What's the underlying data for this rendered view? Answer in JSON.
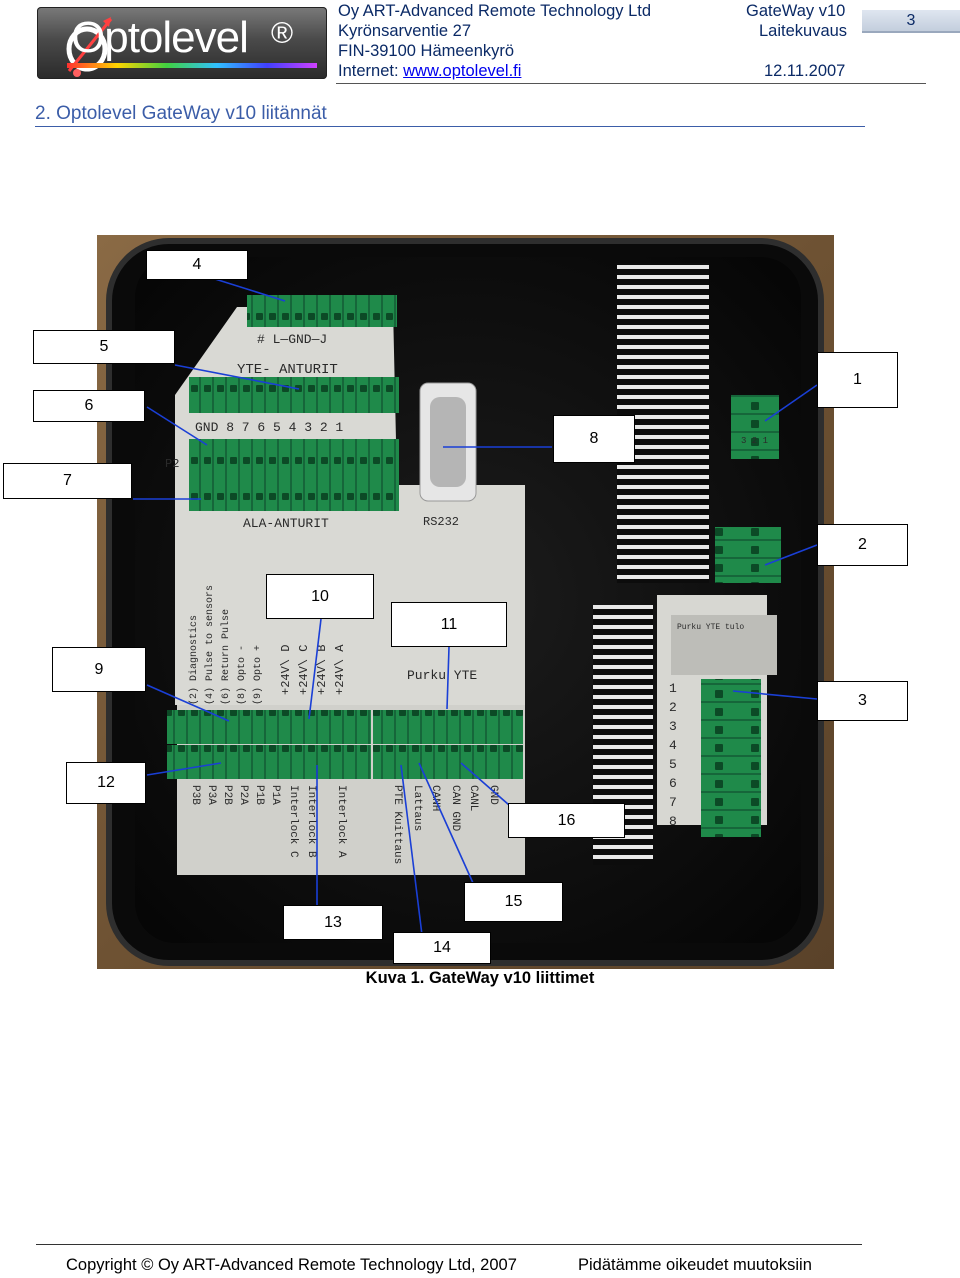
{
  "header": {
    "logo_text": "Optolevel",
    "logo_reg": "®",
    "company": "Oy ART-Advanced Remote Technology Ltd",
    "street": "Kyrönsarventie 27",
    "city": "FIN-39100 Hämeenkyrö",
    "internet_label": "Internet: ",
    "internet_link": "www.optolevel.fi",
    "product": "GateWay v10",
    "doc_type": "Laitekuvaus",
    "date": "12.11.2007",
    "page_number": "3"
  },
  "section_title": "2. Optolevel GateWay v10 liitännät",
  "figure": {
    "caption": "Kuva 1. GateWay v10 liittimet",
    "board_text": {
      "gnd_top": "#  L—GND—J",
      "yte_anturit": "YTE- ANTURIT",
      "gnd_row": "GND 8 7 6 5 4 3 2 1",
      "p2": "P2",
      "ala_anturit": "ALA-ANTURIT",
      "rs232": "RS232",
      "purku_yte": "Purku YTE",
      "left_vertical": [
        "(2) Diagnostics",
        "(4) Pulse to sensors",
        "(6) Return Pulse",
        "(8) Opto -",
        "(9) Opto +"
      ],
      "vi": [
        "+24V\\ D",
        "+24V\\ C",
        "+24V\\ B",
        "+24V\\ A"
      ],
      "bottom_vertical": [
        "P3B",
        "P3A",
        "P2B",
        "P2A",
        "P1B",
        "P1A",
        "Interlock C",
        "Interlock B",
        "Interlock A",
        "PTE Kuittaus",
        "Lattaus",
        "CANH",
        "CAN GND",
        "CANL",
        "GND"
      ],
      "right_numbers": [
        "1",
        "2",
        "3",
        "4",
        "5",
        "6",
        "7",
        "8"
      ],
      "right_small": "3  2  1",
      "right_note": "Purku YTE tulo"
    },
    "labels": [
      "1",
      "2",
      "3",
      "4",
      "5",
      "6",
      "7",
      "8",
      "9",
      "10",
      "11",
      "12",
      "13",
      "14",
      "15",
      "16"
    ]
  },
  "footer": {
    "copyright": "Copyright © Oy ART-Advanced Remote Technology Ltd, 2007",
    "rights": "Pidätämme oikeudet muutoksiin"
  }
}
